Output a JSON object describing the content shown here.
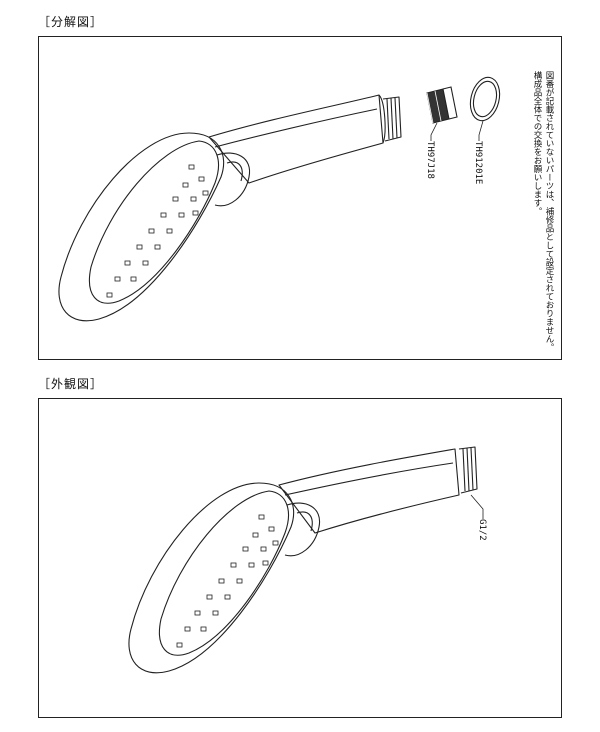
{
  "exploded": {
    "title": "［分解図］",
    "parts": {
      "cartridge_code": "TH97J18",
      "ring_code": "TH91201E"
    },
    "note_line1": "図番が記載されていないパーツは、補修品として設定されておりません。",
    "note_line2": "構成品全体での交換をお願いします。"
  },
  "exterior": {
    "title": "［外観図］",
    "thread_label": "G1/2"
  },
  "colors": {
    "line": "#222222",
    "background": "#ffffff"
  }
}
